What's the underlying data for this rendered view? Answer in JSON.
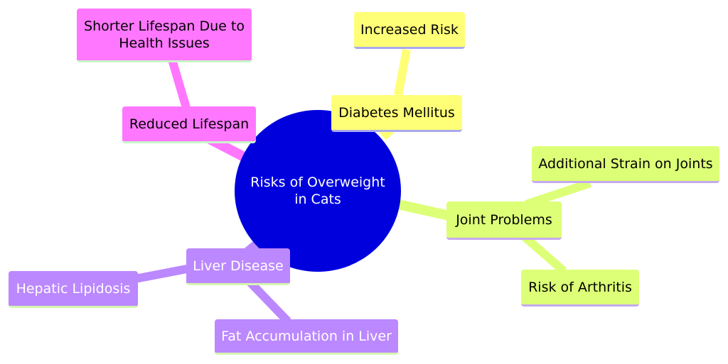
{
  "center": {
    "label": "Risks of Overweight in Cats"
  },
  "branches": {
    "lifespan": {
      "label": "Reduced Lifespan",
      "children": [
        "Shorter Lifespan Due to Health Issues"
      ]
    },
    "diabetes": {
      "label": "Diabetes Mellitus",
      "children": [
        "Increased Risk"
      ]
    },
    "joint": {
      "label": "Joint Problems",
      "children": [
        "Additional Strain on Joints",
        "Risk of Arthritis"
      ]
    },
    "liver": {
      "label": "Liver Disease",
      "children": [
        "Hepatic Lipidosis",
        "Fat Accumulation in Liver"
      ]
    }
  },
  "colors": {
    "center": "#0000dd",
    "lifespan": "#ff77ff",
    "diabetes": "#ffff77",
    "joint": "#ddff77",
    "liver": "#bb88ff"
  }
}
